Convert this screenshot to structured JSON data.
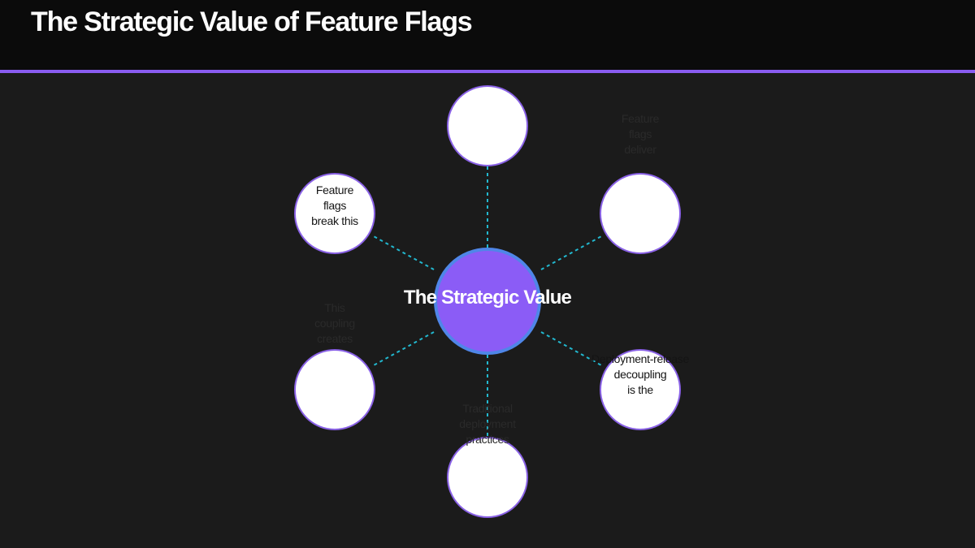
{
  "slide": {
    "title": "The Strategic Value of Feature Flags"
  },
  "diagram": {
    "hub_label": "The Strategic Value",
    "nodes": [
      {
        "id": "top",
        "text": ""
      },
      {
        "id": "top-right",
        "text": "",
        "outside_label": "Feature\nflags\ndeliver"
      },
      {
        "id": "bottom-right",
        "text": "Deployment-release\ndecoupling\nis the"
      },
      {
        "id": "bottom",
        "text": "",
        "outside_label": "Traditional\ndeployment\npractices"
      },
      {
        "id": "bottom-left",
        "text": "",
        "outside_label": "This\ncoupling\ncreates"
      },
      {
        "id": "top-left",
        "text": "Feature\nflags\nbreak this"
      }
    ]
  },
  "colors": {
    "accent": "#8a5cf0",
    "hub_fill": "#8b5cf6",
    "hub_ring": "#4f86e8",
    "connector": "#22b8cf",
    "node_border": "#8a62e6",
    "header_bg": "#0b0b0b",
    "background": "#1b1b1b"
  }
}
